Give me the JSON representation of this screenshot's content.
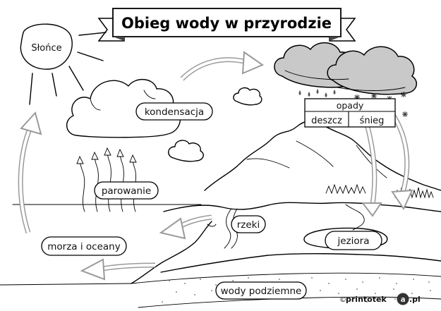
{
  "title": "Obieg wody w przyrodzie",
  "labels": {
    "sun": "Słońce",
    "condensation": "kondensacja",
    "evaporation": "parowanie",
    "seas": "morza i oceany",
    "rivers": "rzeki",
    "lakes": "jeziora",
    "groundwater": "wody podziemne",
    "precipitation": "opady",
    "rain": "deszcz",
    "snow": "śnieg"
  },
  "credit": {
    "copyright_sign": "©",
    "brand_prefix": "printotek",
    "brand_logo_letter": "a",
    "brand_suffix": ".pl"
  }
}
